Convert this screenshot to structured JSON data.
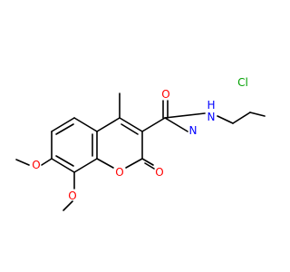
{
  "molecule": {
    "atoms": {
      "cl": "Cl",
      "n_amide": "N",
      "h_amide": "H",
      "o_carbonyl": "O",
      "n_indole": "N",
      "o_lactone_carbonyl": "O",
      "o_ring": "O",
      "o_methoxy_7": "O",
      "o_methoxy_8": "O"
    },
    "colors": {
      "bond": "#000000",
      "oxygen": "#ff0000",
      "nitrogen": "#0000ff",
      "chlorine": "#00a000",
      "background": "#ffffff"
    }
  }
}
